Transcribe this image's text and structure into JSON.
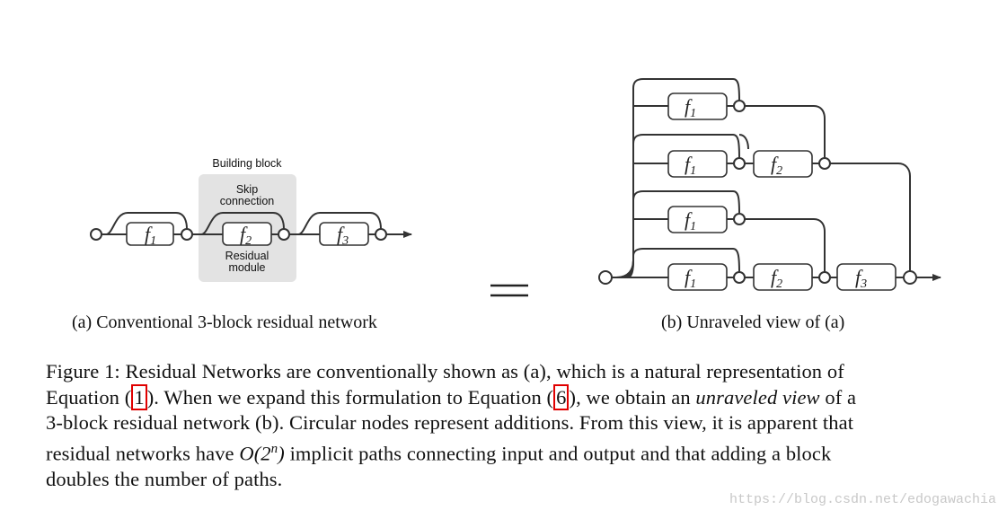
{
  "figure_a": {
    "building_block_label": "Building block",
    "skip_label_1": "Skip",
    "skip_label_2": "connection",
    "residual_label_1": "Residual",
    "residual_label_2": "module",
    "f1": "f",
    "f1_sub": "1",
    "f2": "f",
    "f2_sub": "2",
    "f3": "f",
    "f3_sub": "3",
    "caption": "(a)  Conventional 3-block residual network"
  },
  "figure_b": {
    "f1": "f",
    "f1_sub": "1",
    "f2": "f",
    "f2_sub": "2",
    "f3": "f",
    "f3_sub": "3",
    "caption": "(b)  Unraveled view of (a)"
  },
  "equals_sign": "=",
  "caption": {
    "line1": "Figure 1: Residual Networks are conventionally shown as (a), which is a natural representation of",
    "line2_pre": "Equation (",
    "line2_ref1": "1",
    "line2_mid": "). When we expand this formulation to Equation (",
    "line2_ref2": "6",
    "line2_post": "), we obtain an ",
    "line2_em": "unraveled view",
    "line2_end": " of a",
    "line3": "3-block residual network (b). Circular nodes represent additions. From this view, it is apparent that",
    "line4_pre": "residual networks have ",
    "line4_math": "O(2",
    "line4_sup": "n",
    "line4_math_end": ")",
    "line4_post": " implicit paths connecting input and output and that adding a block",
    "line5": "doubles the number of paths."
  },
  "watermark": "https://blog.csdn.net/edogawachia"
}
